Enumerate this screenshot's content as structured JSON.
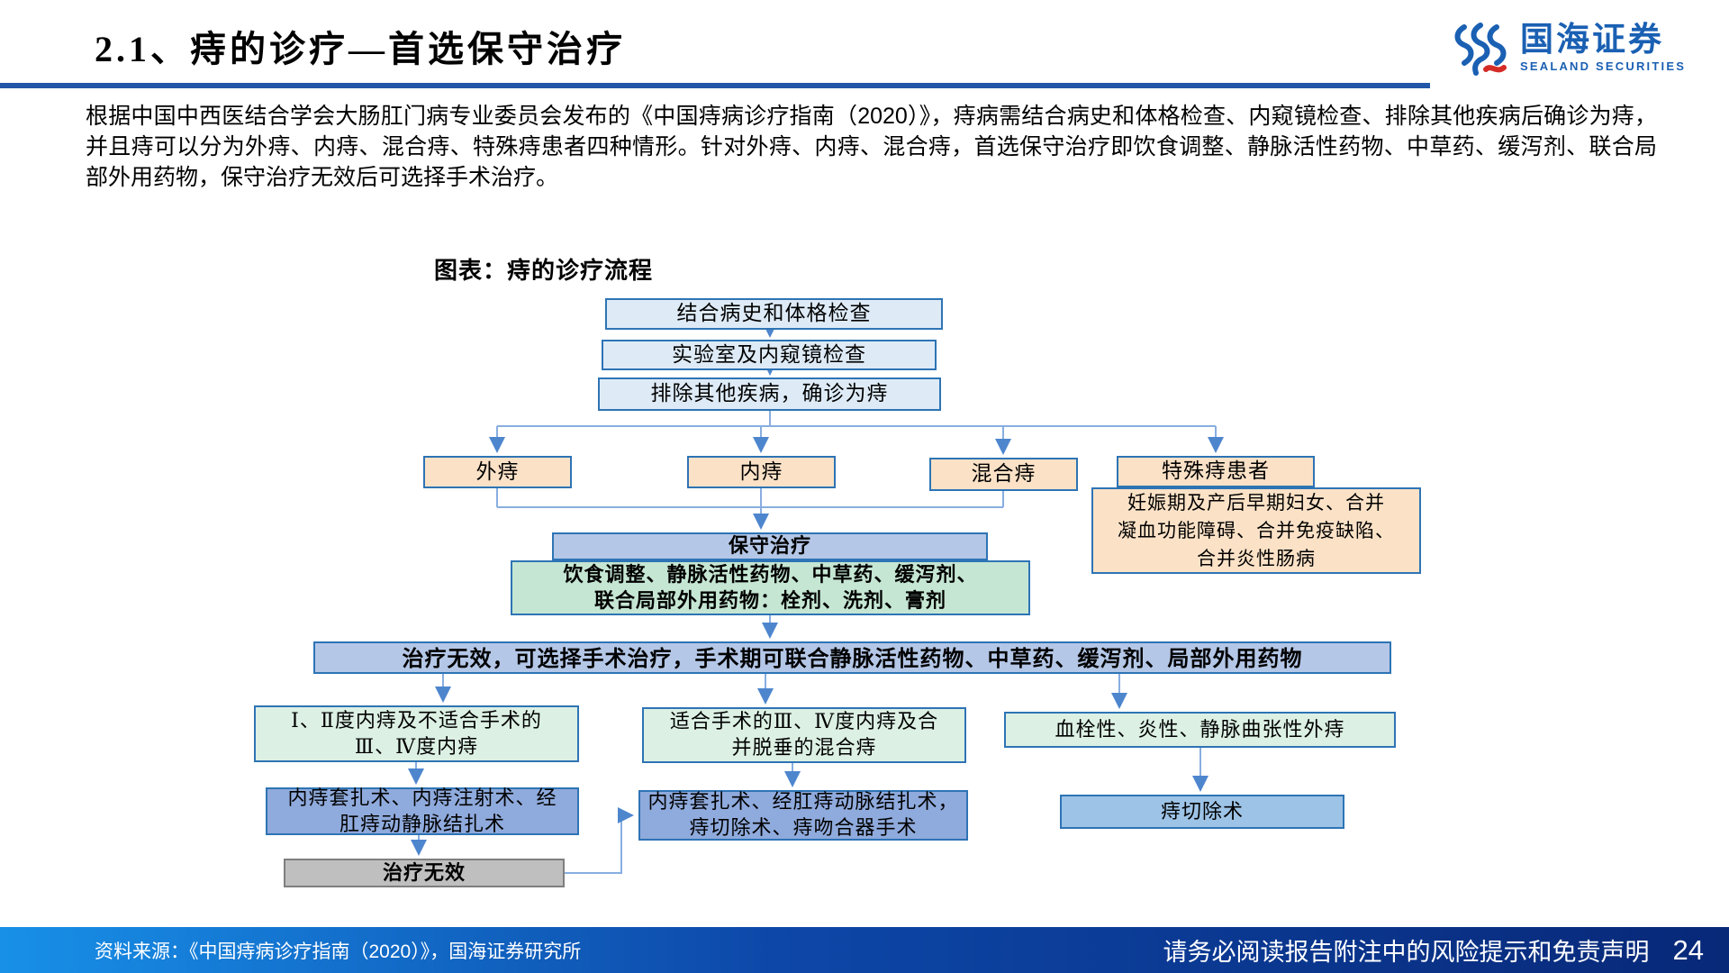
{
  "slide": {
    "title": "2.1、痔的诊疗—首选保守治疗",
    "intro": "根据中国中西医结合学会大肠肛门病专业委员会发布的《中国痔病诊疗指南（2020）》，痔病需结合病史和体格检查、内窥镜检查、排除其他疾病后确诊为痔，并且痔可以分为外痔、内痔、混合痔、特殊痔患者四种情形。针对外痔、内痔、混合痔，首选保守治疗即饮食调整、静脉活性药物、中草药、缓泻剂、联合局部外用药物，保守治疗无效后可选择手术治疗。"
  },
  "logo": {
    "name": "国海证券",
    "subtitle": "SEALAND SECURITIES"
  },
  "flow": {
    "caption": "图表：痔的诊疗流程",
    "step1": "结合病史和体格检查",
    "step2": "实验室及内窥镜检查",
    "step3": "排除其他疾病，确诊为痔",
    "cat_external": "外痔",
    "cat_internal": "内痔",
    "cat_mixed": "混合痔",
    "cat_special": "特殊痔患者",
    "special_note": "妊娠期及产后早期妇女、合并\n凝血功能障碍、合并免疫缺陷、\n合并炎性肠病",
    "conservative": "保守治疗",
    "conservative_detail": "饮食调整、静脉活性药物、中草药、缓泻剂、\n联合局部外用药物：栓剂、洗剂、膏剂",
    "surgery": "治疗无效，可选择手术治疗，手术期可联合静脉活性药物、中草药、缓泻剂、局部外用药物",
    "left_indication": "Ⅰ、Ⅱ度内痔及不适合手术的\nⅢ、Ⅳ度内痔",
    "left_procedure": "内痔套扎术、内痔注射术、经\n肛痔动静脉结扎术",
    "left_fail": "治疗无效",
    "mid_indication": "适合手术的Ⅲ、Ⅳ度内痔及合\n并脱垂的混合痔",
    "mid_procedure": "内痔套扎术、经肛痔动脉结扎术，\n痔切除术、痔吻合器手术",
    "right_indication": "血栓性、炎性、静脉曲张性外痔",
    "right_procedure": "痔切除术"
  },
  "footer": {
    "source": "资料来源：《中国痔病诊疗指南（2020）》，国海证券研究所",
    "disclaimer": "请务必阅读报告附注中的风险提示和免责声明",
    "page": "24"
  },
  "colors": {
    "accent_rule": "#2156A8",
    "node_border": "#2E74B5",
    "step_fill": "#DEEBF7",
    "category_fill": "#FBE2C7",
    "blue_fill": "#B4C7E7",
    "blue_mid_fill": "#8FAADC",
    "blue_soft_fill": "#9DC3E6",
    "green_fill": "#C5E6D3",
    "green_light_fill": "#DCF0E4",
    "gray_fill": "#BFBFBF",
    "connector": "#88AEE0",
    "arrow": "#4E86CE",
    "footer_gradient_start": "#1890E8",
    "footer_gradient_end": "#082878",
    "logo_blue": "#1A60B3",
    "logo_red": "#D42B26"
  }
}
